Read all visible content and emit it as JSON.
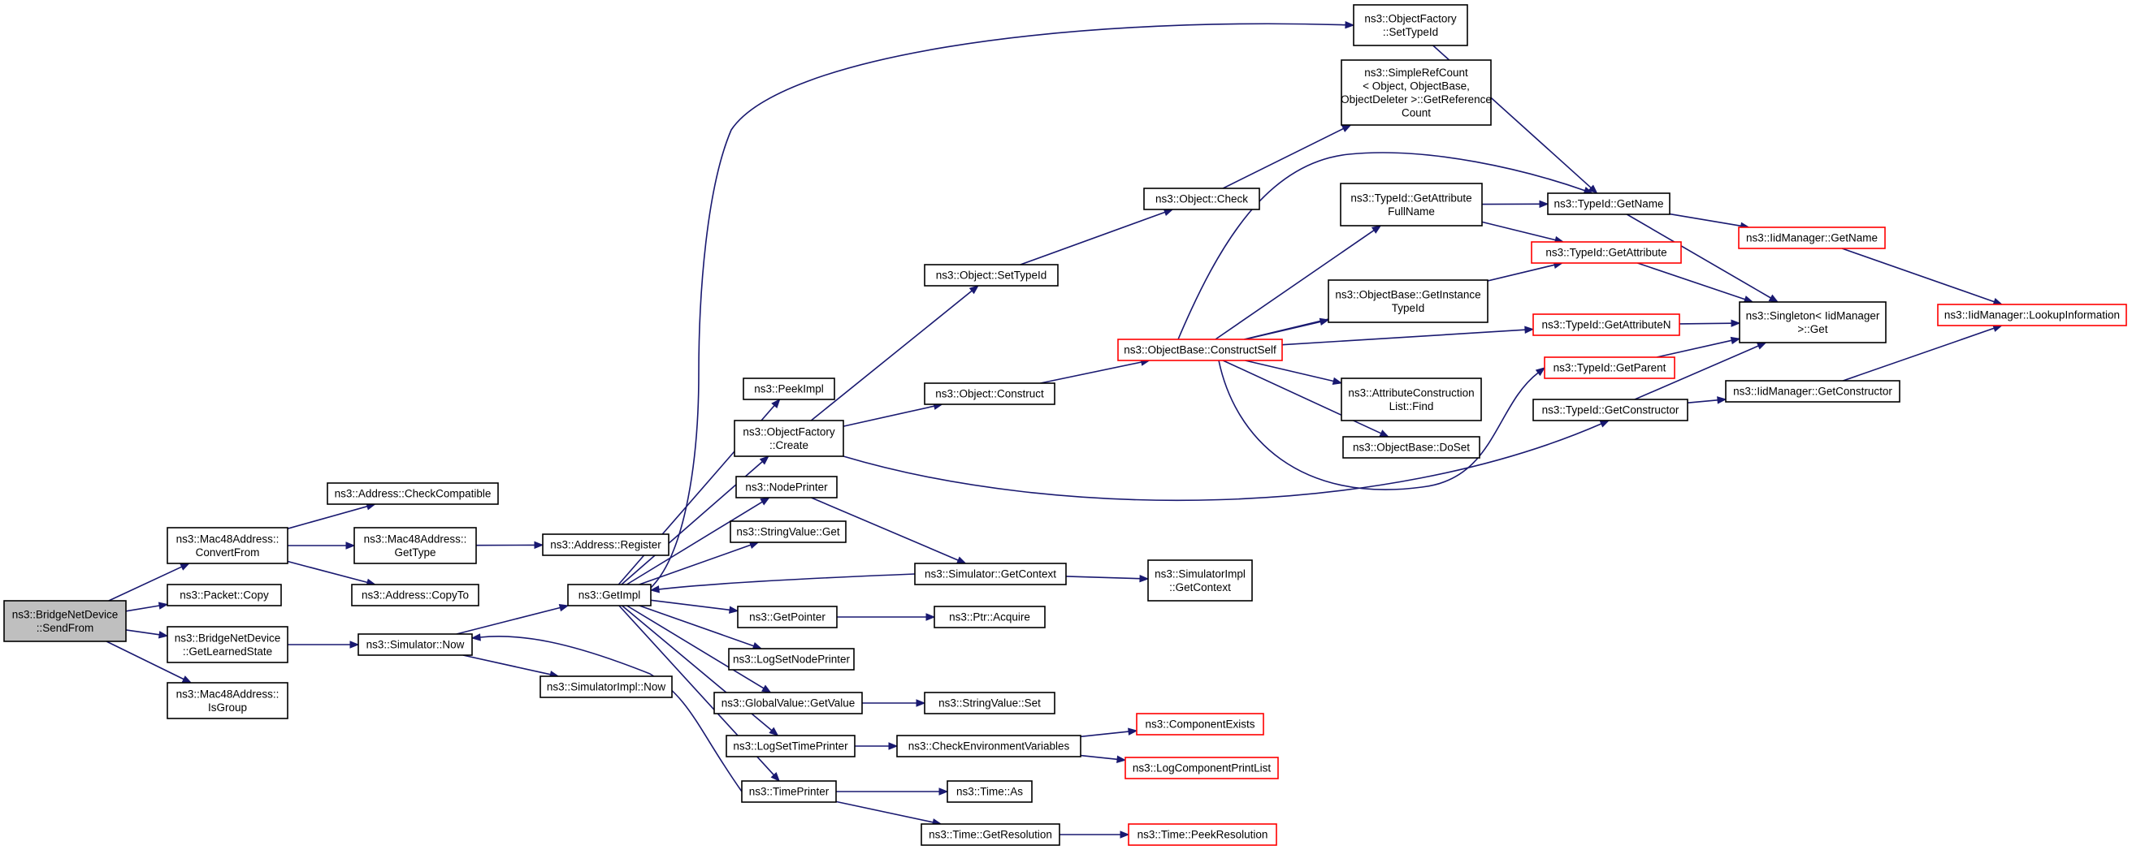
{
  "diagram": {
    "colors": {
      "edge": "#191970",
      "node_border": "#000000",
      "truncated_border": "#ff0000",
      "root_fill": "#bfbfbf",
      "node_fill": "#ffffff"
    },
    "nodes": [
      {
        "id": "bnd_sendfrom",
        "lines": [
          "ns3::BridgeNetDevice",
          "::SendFrom"
        ],
        "style": "root"
      },
      {
        "id": "mac_convertfrom",
        "lines": [
          "ns3::Mac48Address::",
          "ConvertFrom"
        ],
        "style": "normal"
      },
      {
        "id": "packet_copy",
        "lines": [
          "ns3::Packet::Copy"
        ],
        "style": "normal"
      },
      {
        "id": "bnd_getlearnedstate",
        "lines": [
          "ns3::BridgeNetDevice",
          "::GetLearnedState"
        ],
        "style": "normal"
      },
      {
        "id": "mac_isgroup",
        "lines": [
          "ns3::Mac48Address::",
          "IsGroup"
        ],
        "style": "normal"
      },
      {
        "id": "addr_checkcompatible",
        "lines": [
          "ns3::Address::CheckCompatible"
        ],
        "style": "normal"
      },
      {
        "id": "mac_gettype",
        "lines": [
          "ns3::Mac48Address::",
          "GetType"
        ],
        "style": "normal"
      },
      {
        "id": "addr_copyto",
        "lines": [
          "ns3::Address::CopyTo"
        ],
        "style": "normal"
      },
      {
        "id": "addr_register",
        "lines": [
          "ns3::Address::Register"
        ],
        "style": "normal"
      },
      {
        "id": "sim_now",
        "lines": [
          "ns3::Simulator::Now"
        ],
        "style": "normal"
      },
      {
        "id": "simimpl_now",
        "lines": [
          "ns3::SimulatorImpl::Now"
        ],
        "style": "normal"
      },
      {
        "id": "getimpl",
        "lines": [
          "ns3::GetImpl"
        ],
        "style": "normal"
      },
      {
        "id": "peekimpl",
        "lines": [
          "ns3::PeekImpl"
        ],
        "style": "normal"
      },
      {
        "id": "of_create",
        "lines": [
          "ns3::ObjectFactory",
          "::Create"
        ],
        "style": "normal"
      },
      {
        "id": "nodeprinter",
        "lines": [
          "ns3::NodePrinter"
        ],
        "style": "normal"
      },
      {
        "id": "stringvalue_get",
        "lines": [
          "ns3::StringValue::Get"
        ],
        "style": "normal"
      },
      {
        "id": "getpointer",
        "lines": [
          "ns3::GetPointer"
        ],
        "style": "normal"
      },
      {
        "id": "logsetnodeprinter",
        "lines": [
          "ns3::LogSetNodePrinter"
        ],
        "style": "normal"
      },
      {
        "id": "globalvalue_getvalue",
        "lines": [
          "ns3::GlobalValue::GetValue"
        ],
        "style": "normal"
      },
      {
        "id": "logsettimeprinter",
        "lines": [
          "ns3::LogSetTimePrinter"
        ],
        "style": "normal"
      },
      {
        "id": "timeprinter",
        "lines": [
          "ns3::TimePrinter"
        ],
        "style": "normal"
      },
      {
        "id": "of_settypeid",
        "lines": [
          "ns3::ObjectFactory",
          "::SetTypeId"
        ],
        "style": "normal"
      },
      {
        "id": "obj_settypeid",
        "lines": [
          "ns3::Object::SetTypeId"
        ],
        "style": "normal"
      },
      {
        "id": "obj_construct",
        "lines": [
          "ns3::Object::Construct"
        ],
        "style": "normal"
      },
      {
        "id": "sim_getcontext",
        "lines": [
          "ns3::Simulator::GetContext"
        ],
        "style": "normal"
      },
      {
        "id": "ptr_acquire",
        "lines": [
          "ns3::Ptr::Acquire"
        ],
        "style": "normal"
      },
      {
        "id": "stringvalue_set",
        "lines": [
          "ns3::StringValue::Set"
        ],
        "style": "normal"
      },
      {
        "id": "checkenvvars",
        "lines": [
          "ns3::CheckEnvironmentVariables"
        ],
        "style": "normal"
      },
      {
        "id": "time_as",
        "lines": [
          "ns3::Time::As"
        ],
        "style": "normal"
      },
      {
        "id": "time_getresolution",
        "lines": [
          "ns3::Time::GetResolution"
        ],
        "style": "normal"
      },
      {
        "id": "simplerefcount",
        "lines": [
          "ns3::SimpleRefCount",
          "< Object, ObjectBase,",
          "ObjectDeleter >::GetReference",
          "Count"
        ],
        "style": "normal"
      },
      {
        "id": "obj_check",
        "lines": [
          "ns3::Object::Check"
        ],
        "style": "normal"
      },
      {
        "id": "ob_constructself",
        "lines": [
          "ns3::ObjectBase::ConstructSelf"
        ],
        "style": "truncated"
      },
      {
        "id": "simimpl_getcontext",
        "lines": [
          "ns3::SimulatorImpl",
          "::GetContext"
        ],
        "style": "normal"
      },
      {
        "id": "componentexists",
        "lines": [
          "ns3::ComponentExists"
        ],
        "style": "truncated"
      },
      {
        "id": "logcomponentprintlist",
        "lines": [
          "ns3::LogComponentPrintList"
        ],
        "style": "truncated"
      },
      {
        "id": "time_peekresolution",
        "lines": [
          "ns3::Time::PeekResolution"
        ],
        "style": "truncated"
      },
      {
        "id": "typeid_getattributefullname",
        "lines": [
          "ns3::TypeId::GetAttribute",
          "FullName"
        ],
        "style": "normal"
      },
      {
        "id": "ob_getinstancetypeid",
        "lines": [
          "ns3::ObjectBase::GetInstance",
          "TypeId"
        ],
        "style": "normal"
      },
      {
        "id": "attrconstructionlist_find",
        "lines": [
          "ns3::AttributeConstruction",
          "List::Find"
        ],
        "style": "normal"
      },
      {
        "id": "ob_doset",
        "lines": [
          "ns3::ObjectBase::DoSet"
        ],
        "style": "normal"
      },
      {
        "id": "typeid_getname",
        "lines": [
          "ns3::TypeId::GetName"
        ],
        "style": "normal"
      },
      {
        "id": "typeid_getattribute",
        "lines": [
          "ns3::TypeId::GetAttribute"
        ],
        "style": "truncated"
      },
      {
        "id": "typeid_getattributen",
        "lines": [
          "ns3::TypeId::GetAttributeN"
        ],
        "style": "truncated"
      },
      {
        "id": "typeid_getparent",
        "lines": [
          "ns3::TypeId::GetParent"
        ],
        "style": "truncated"
      },
      {
        "id": "typeid_getconstructor",
        "lines": [
          "ns3::TypeId::GetConstructor"
        ],
        "style": "normal"
      },
      {
        "id": "iidmanager_getname",
        "lines": [
          "ns3::IidManager::GetName"
        ],
        "style": "truncated"
      },
      {
        "id": "singleton_get",
        "lines": [
          "ns3::Singleton< IidManager",
          ">::Get"
        ],
        "style": "normal"
      },
      {
        "id": "iidmanager_getconstructor",
        "lines": [
          "ns3::IidManager::GetConstructor"
        ],
        "style": "normal"
      },
      {
        "id": "iidmanager_lookupinformation",
        "lines": [
          "ns3::IidManager::LookupInformation"
        ],
        "style": "truncated"
      }
    ],
    "edges": [
      [
        "bnd_sendfrom",
        "mac_convertfrom"
      ],
      [
        "bnd_sendfrom",
        "packet_copy"
      ],
      [
        "bnd_sendfrom",
        "bnd_getlearnedstate"
      ],
      [
        "bnd_sendfrom",
        "mac_isgroup"
      ],
      [
        "mac_convertfrom",
        "addr_checkcompatible"
      ],
      [
        "mac_convertfrom",
        "mac_gettype"
      ],
      [
        "mac_convertfrom",
        "addr_copyto"
      ],
      [
        "mac_gettype",
        "addr_register"
      ],
      [
        "bnd_getlearnedstate",
        "sim_now"
      ],
      [
        "sim_now",
        "getimpl"
      ],
      [
        "sim_now",
        "simimpl_now"
      ],
      [
        "getimpl",
        "peekimpl"
      ],
      [
        "getimpl",
        "of_create"
      ],
      [
        "getimpl",
        "nodeprinter"
      ],
      [
        "getimpl",
        "stringvalue_get"
      ],
      [
        "getimpl",
        "getpointer"
      ],
      [
        "getimpl",
        "logsetnodeprinter"
      ],
      [
        "getimpl",
        "globalvalue_getvalue"
      ],
      [
        "getimpl",
        "logsettimeprinter"
      ],
      [
        "getimpl",
        "timeprinter"
      ],
      [
        "getimpl",
        "of_settypeid"
      ],
      [
        "of_create",
        "obj_settypeid"
      ],
      [
        "of_create",
        "obj_construct"
      ],
      [
        "of_create",
        "typeid_getconstructor"
      ],
      [
        "nodeprinter",
        "sim_getcontext"
      ],
      [
        "sim_getcontext",
        "getimpl"
      ],
      [
        "sim_getcontext",
        "simimpl_getcontext"
      ],
      [
        "getpointer",
        "ptr_acquire"
      ],
      [
        "globalvalue_getvalue",
        "stringvalue_set"
      ],
      [
        "logsettimeprinter",
        "checkenvvars"
      ],
      [
        "checkenvvars",
        "componentexists"
      ],
      [
        "checkenvvars",
        "logcomponentprintlist"
      ],
      [
        "timeprinter",
        "sim_now"
      ],
      [
        "timeprinter",
        "time_as"
      ],
      [
        "timeprinter",
        "time_getresolution"
      ],
      [
        "time_getresolution",
        "time_peekresolution"
      ],
      [
        "obj_settypeid",
        "obj_check"
      ],
      [
        "obj_check",
        "simplerefcount"
      ],
      [
        "obj_construct",
        "ob_constructself"
      ],
      [
        "ob_constructself",
        "typeid_getname"
      ],
      [
        "ob_constructself",
        "typeid_getattributefullname"
      ],
      [
        "ob_constructself",
        "typeid_getattribute"
      ],
      [
        "ob_constructself",
        "ob_getinstancetypeid"
      ],
      [
        "ob_constructself",
        "typeid_getattributen"
      ],
      [
        "ob_constructself",
        "attrconstructionlist_find"
      ],
      [
        "ob_constructself",
        "ob_doset"
      ],
      [
        "ob_constructself",
        "typeid_getparent"
      ],
      [
        "of_settypeid",
        "typeid_getname"
      ],
      [
        "typeid_getattributefullname",
        "typeid_getname"
      ],
      [
        "typeid_getattributefullname",
        "typeid_getattribute"
      ],
      [
        "typeid_getname",
        "iidmanager_getname"
      ],
      [
        "typeid_getname",
        "singleton_get"
      ],
      [
        "typeid_getattribute",
        "singleton_get"
      ],
      [
        "typeid_getattributen",
        "singleton_get"
      ],
      [
        "typeid_getparent",
        "singleton_get"
      ],
      [
        "typeid_getconstructor",
        "singleton_get"
      ],
      [
        "typeid_getconstructor",
        "iidmanager_getconstructor"
      ],
      [
        "iidmanager_getname",
        "iidmanager_lookupinformation"
      ],
      [
        "iidmanager_getconstructor",
        "iidmanager_lookupinformation"
      ]
    ]
  }
}
